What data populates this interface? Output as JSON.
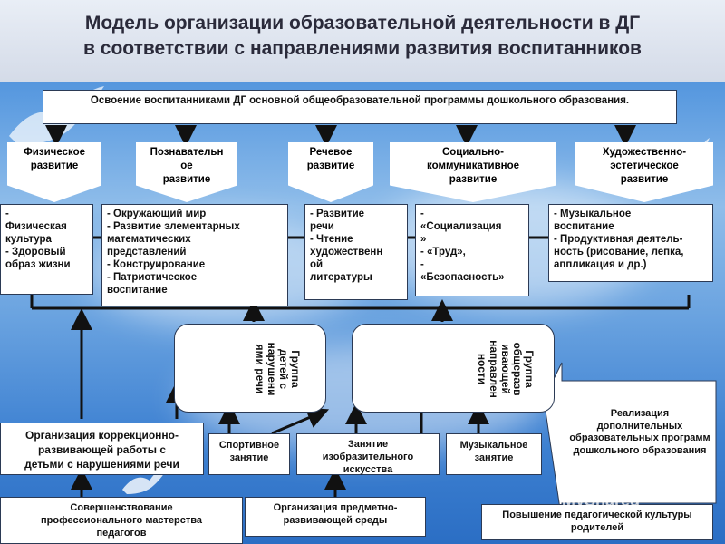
{
  "title": "Модель  организации образовательной деятельности в ДГ\nв соответствии с направлениями развития воспитанников",
  "top_box": "Освоение воспитанниками ДГ основной общеобразовательной программы дошкольного образования.",
  "areas": [
    "Физическое\nразвитие",
    "Познавательн\nое\nразвитие",
    "Речевое\nразвитие",
    "Социально-\nкоммуникативное\nразвитие",
    "Художественно-\nэстетическое\nразвитие"
  ],
  "contents": [
    "-\nФизическая\nкультура\n- Здоровый\nобраз жизни",
    "- Окружающий мир\n- Развитие элементарных\nматематических\nпредставлений\n- Конструирование\n- Патриотическое\nвоспитание",
    "- Развитие\nречи\n- Чтение\nхудожественн\nой\nлитературы",
    "-\n«Социализация\n»\n- «Труд»,\n-\n«Безопасность»",
    "-            Музыкальное\nвоспитание\n- Продуктивная деятель-\nность (рисование, лепка,\nаппликация и др.)"
  ],
  "groups": [
    "Группа\nдетей с\nнарушени\nями речи",
    "Группа\nобщеразв\nивающей\nнаправлен\nности"
  ],
  "correction_box": "Организация коррекционно-\nразвивающей работы с\nдетьми с  нарушениями речи",
  "sport_box": "Спортивное\nзанятие",
  "art_box": "Занятие\nизобразительного\nискусства",
  "music_box": "Музыкальное\nзанятие",
  "realization_box": "Реализация\nдополнительных\nобразовательных программ\nдошкольного образования",
  "bottom_boxes": [
    "Совершенствование\nпрофессионального мастерства\nпедагогов",
    "Организация предметно-\nразвивающей среды",
    "Повышение педагогической культуры\nродителей"
  ],
  "watermark": "MyShared"
}
